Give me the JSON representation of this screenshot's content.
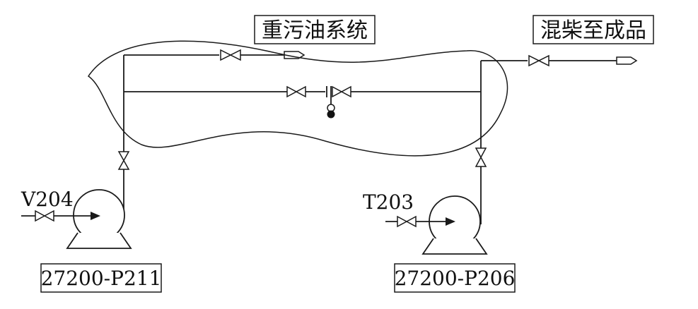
{
  "labels": {
    "heavy_oil_system": "重污油系统",
    "mixed_diesel_to_product": "混柴至成品",
    "source_left": "V204",
    "source_right": "T203",
    "pump_left": "27200-P211",
    "pump_right": "27200-P206"
  },
  "colors": {
    "line": "#1a1a1a",
    "background": "#ffffff"
  }
}
